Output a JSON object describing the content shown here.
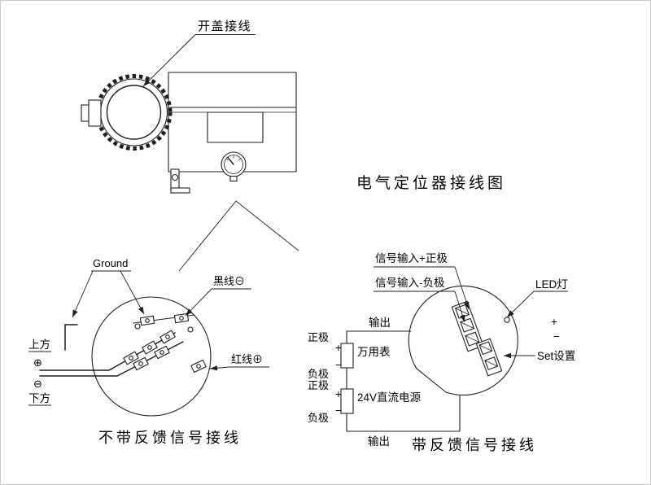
{
  "page": {
    "background": "#ffffff",
    "line_color": "#1f1f1f",
    "title": "电气定位器接线图"
  },
  "device": {
    "open_cover_label": "开盖接线"
  },
  "no_feedback": {
    "caption": "不带反馈信号接线",
    "ground_label": "Ground",
    "black_wire_label": "黑线⊖",
    "red_wire_label": "红线⊕",
    "upper_label": "上方",
    "upper_symbol": "⊕",
    "lower_label": "下方",
    "lower_symbol": "⊖"
  },
  "feedback": {
    "caption": "带反馈信号接线",
    "signal_input_positive": "信号输入+正极",
    "signal_input_negative": "信号输入-负极",
    "led_label": "LED灯",
    "output_top": "输出",
    "output_bottom": "输出",
    "set_label": "Set设置",
    "terminal_plus": "+",
    "terminal_minus": "−",
    "multimeter_positive": "正极",
    "multimeter_plus": "+",
    "multimeter_label": "万用表",
    "multimeter_negative": "负极",
    "multimeter_minus": "−",
    "power_positive": "正极",
    "power_plus": "+",
    "power_label": "24V直流电源",
    "power_negative": "负极",
    "power_minus": "−"
  }
}
